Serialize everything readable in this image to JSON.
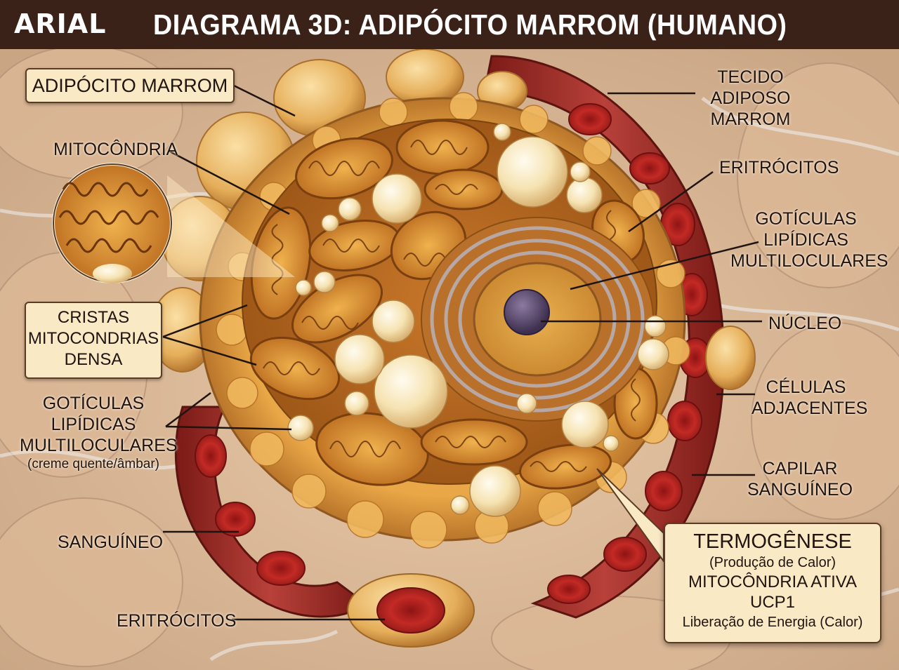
{
  "header": {
    "logo": "ARIAL",
    "title": "DIAGRAMA 3D: ADIPÓCITO MARROM (HUMANO)"
  },
  "labels": {
    "adipocito_marrom": "ADIPÓCITO MARROM",
    "mitocondria": "MITOCÔNDRIA",
    "cristas": [
      "CRISTAS",
      "MITOCONDRIAS",
      "DENSA"
    ],
    "goticulas_left": [
      "GOTÍCULAS",
      "LIPÍDICAS",
      "MULTILOCULARES"
    ],
    "goticulas_left_note": "(creme quente/âmbar)",
    "sanguineo_left": "SANGUÍNEO",
    "eritrocitos_bottom": "ERITRÓCITOS",
    "tecido": [
      "TECIDO",
      "ADIPOSO",
      "MARROM"
    ],
    "eritrocitos_right": "ERITRÓCITOS",
    "goticulas_right": [
      "GOTÍCULAS",
      "LIPÍDICAS",
      "MULTILOCULARES"
    ],
    "nucleo": "NÚCLEO",
    "celulas": [
      "CÉLULAS",
      "ADJACENTES"
    ],
    "capilar": [
      "CAPILAR",
      "SANGUÍNEO"
    ]
  },
  "callout": {
    "title": "TERMOGÊNESE",
    "line1": "(Produção de Calor)",
    "line2": "MITOCÔNDRIA ATIVA",
    "line3": "UCP1",
    "line4": "Liberação de Energia (Calor)"
  },
  "colors": {
    "header_bg": "#3b2218",
    "label_box_bg": "#f9e9c4",
    "cell_orange": "#d88a2e",
    "lipid_cream": "#f6e3b2",
    "blood_red": "#a8201e",
    "nucleus_purple": "#5b4a6e"
  }
}
